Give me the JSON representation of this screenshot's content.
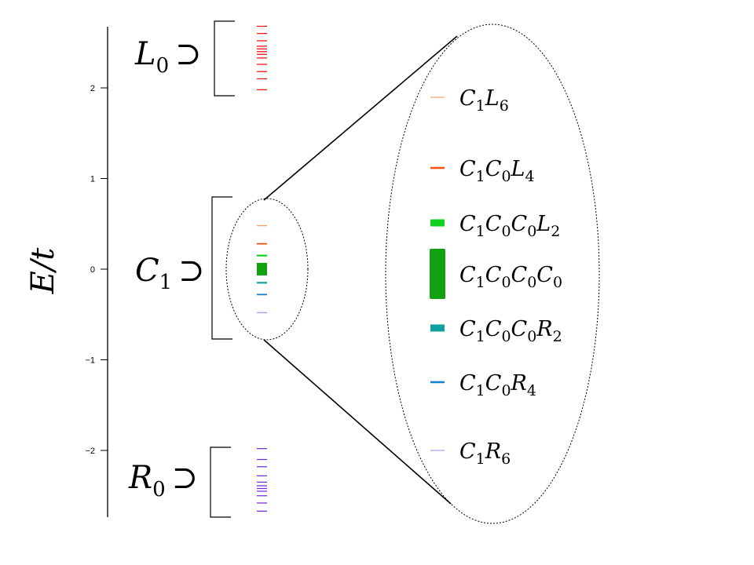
{
  "axis": {
    "label": "E/t",
    "ticks": [
      {
        "value": 2,
        "text": "2"
      },
      {
        "value": 1,
        "text": "1"
      },
      {
        "value": 0,
        "text": "0"
      },
      {
        "value": -1,
        "text": "−1"
      },
      {
        "value": -2,
        "text": "−2"
      }
    ]
  },
  "groups": [
    {
      "label": "L0",
      "base": "L",
      "sub": "0",
      "symbol": "⊃",
      "color": "#ff0000",
      "levels": [
        2.68,
        2.6,
        2.52,
        2.46,
        2.43,
        2.4,
        2.37,
        2.33,
        2.26,
        2.18,
        2.1,
        1.98
      ]
    },
    {
      "label": "C1",
      "base": "C",
      "sub": "1",
      "symbol": "⊃",
      "color": "#000000",
      "levels": []
    },
    {
      "label": "R0",
      "base": "R",
      "sub": "0",
      "symbol": "⊃",
      "color": "#7020e0",
      "levels": [
        -1.98,
        -2.1,
        -2.18,
        -2.28,
        -2.35,
        -2.39,
        -2.42,
        -2.45,
        -2.5,
        -2.58,
        -2.67
      ]
    }
  ],
  "c1_levels": [
    {
      "label": "C1L6",
      "terms": [
        [
          "C",
          "1"
        ],
        [
          "L",
          "6"
        ]
      ],
      "energy": 0.48,
      "color": "#f4a070",
      "weight": 1
    },
    {
      "label": "C1C0L4",
      "terms": [
        [
          "C",
          "1"
        ],
        [
          "C",
          "0"
        ],
        [
          "L",
          "4"
        ]
      ],
      "energy": 0.28,
      "color": "#ff5010",
      "weight": 2
    },
    {
      "label": "C1C0C0L2",
      "terms": [
        [
          "C",
          "1"
        ],
        [
          "C",
          "0"
        ],
        [
          "C",
          "0"
        ],
        [
          "L",
          "2"
        ]
      ],
      "energy": 0.15,
      "color": "#10d020",
      "weight": 3
    },
    {
      "label": "C1C0C0C0",
      "terms": [
        [
          "C",
          "1"
        ],
        [
          "C",
          "0"
        ],
        [
          "C",
          "0"
        ],
        [
          "C",
          "0"
        ]
      ],
      "energy": 0.0,
      "color": "#10a010",
      "weight": 10
    },
    {
      "label": "C1C0C0R2",
      "terms": [
        [
          "C",
          "1"
        ],
        [
          "C",
          "0"
        ],
        [
          "C",
          "0"
        ],
        [
          "R",
          "2"
        ]
      ],
      "energy": -0.15,
      "color": "#10a0a0",
      "weight": 3
    },
    {
      "label": "C1C0R4",
      "terms": [
        [
          "C",
          "1"
        ],
        [
          "C",
          "0"
        ],
        [
          "R",
          "4"
        ]
      ],
      "energy": -0.28,
      "color": "#1080d0",
      "weight": 2
    },
    {
      "label": "C1R6",
      "terms": [
        [
          "C",
          "1"
        ],
        [
          "R",
          "6"
        ]
      ],
      "energy": -0.48,
      "color": "#a0a0f0",
      "weight": 1
    }
  ]
}
